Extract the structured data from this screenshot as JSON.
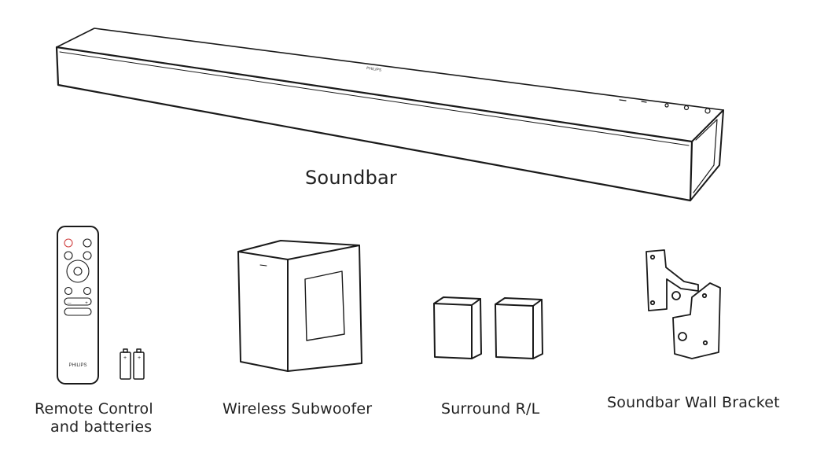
{
  "brand": "PHILIPS",
  "labels": {
    "soundbar": "Soundbar",
    "remote_line1": "Remote Control",
    "remote_line2": "and batteries",
    "subwoofer": "Wireless Subwoofer",
    "surround": "Surround R/L",
    "bracket": "Soundbar Wall Bracket"
  },
  "battery_sign": "+",
  "remote_keys": {
    "minus": "—",
    "plus": "+"
  }
}
